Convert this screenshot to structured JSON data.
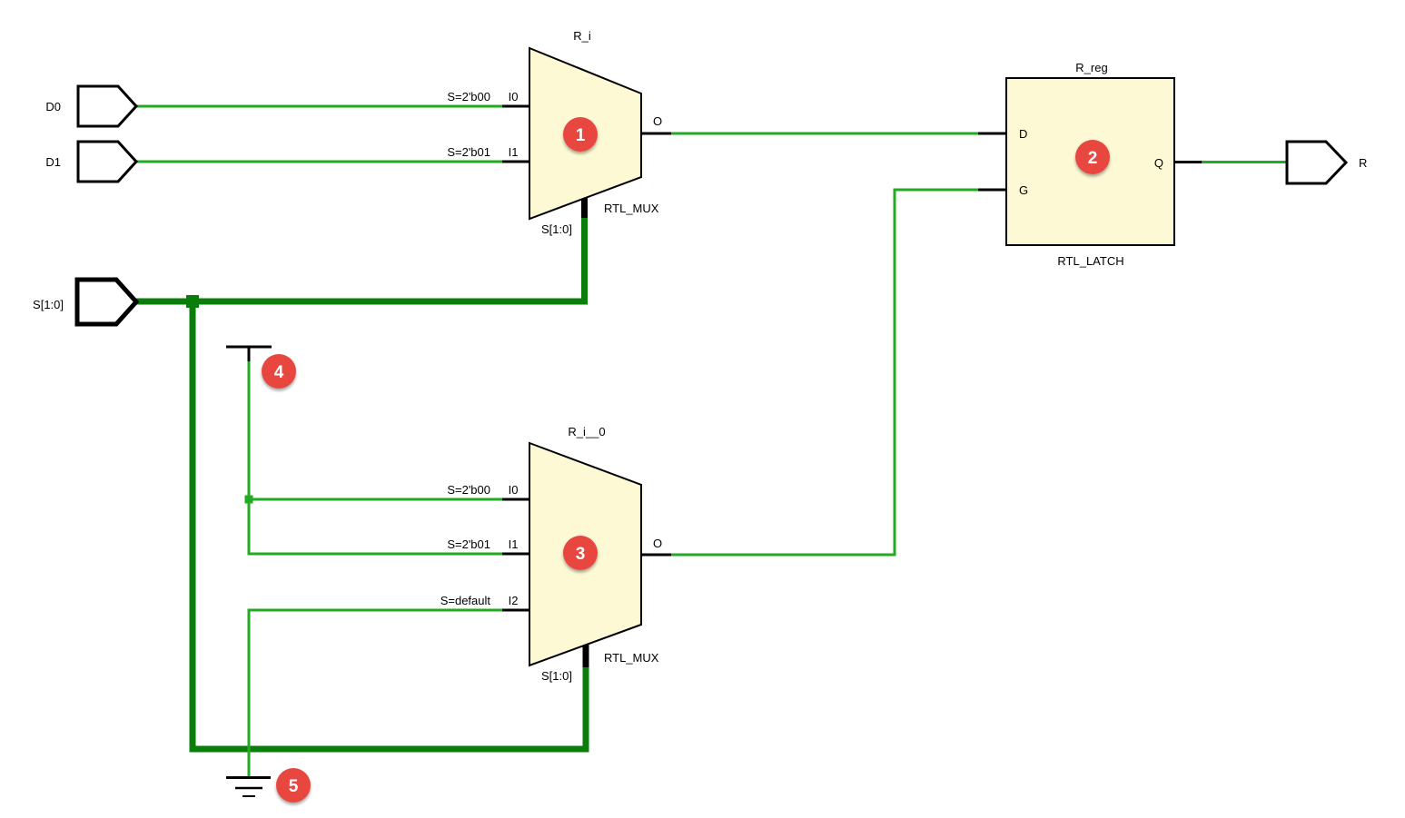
{
  "colors": {
    "wire": "#22aa22",
    "bus": "#0b7d0b",
    "cell_fill": "#fdf9d4",
    "badge": "#e8463f"
  },
  "ports": {
    "d0": "D0",
    "d1": "D1",
    "s": "S[1:0]",
    "r": "R"
  },
  "mux1": {
    "name": "R_i",
    "type": "RTL_MUX",
    "badge": "1",
    "sel": "S[1:0]",
    "o": "O",
    "i0_cond": "S=2'b00",
    "i0_pin": "I0",
    "i1_cond": "S=2'b01",
    "i1_pin": "I1"
  },
  "latch": {
    "name": "R_reg",
    "type": "RTL_LATCH",
    "badge": "2",
    "d": "D",
    "g": "G",
    "q": "Q"
  },
  "mux2": {
    "name": "R_i__0",
    "type": "RTL_MUX",
    "badge": "3",
    "sel": "S[1:0]",
    "o": "O",
    "i0_cond": "S=2'b00",
    "i0_pin": "I0",
    "i1_cond": "S=2'b01",
    "i1_pin": "I1",
    "i2_cond": "S=default",
    "i2_pin": "I2"
  },
  "annotations": {
    "power_marker": "4",
    "ground_marker": "5"
  }
}
